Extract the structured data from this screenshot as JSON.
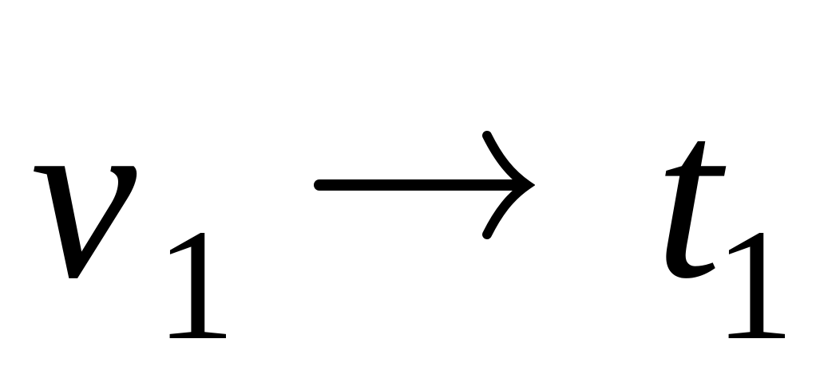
{
  "formula": {
    "left_symbol": "v",
    "left_subscript": "1",
    "relation": "→",
    "right_symbol": "t",
    "right_subscript": "1"
  },
  "colors": {
    "ink": "#000000",
    "background": "#ffffff"
  }
}
